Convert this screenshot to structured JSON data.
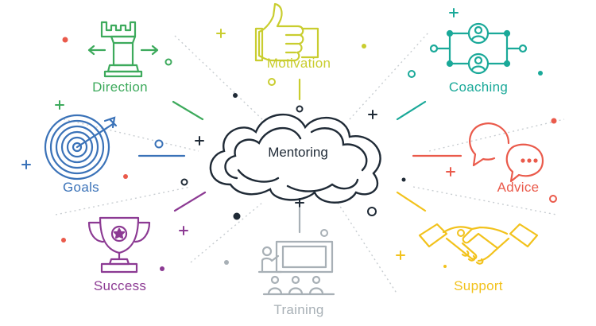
{
  "center": {
    "label": "Mentoring",
    "color": "#1f2a36"
  },
  "nodes": {
    "direction": {
      "label": "Direction",
      "color": "#3daa5c",
      "icon": "chess-rook-icon"
    },
    "motivation": {
      "label": "Motivation",
      "color": "#c9cd2f",
      "icon": "thumbs-up-icon"
    },
    "coaching": {
      "label": "Coaching",
      "color": "#1aa999",
      "icon": "people-network-icon"
    },
    "goals": {
      "label": "Goals",
      "color": "#3a72b8",
      "icon": "target-arrow-icon"
    },
    "advice": {
      "label": "Advice",
      "color": "#ea5a4b",
      "icon": "speech-bubbles-icon"
    },
    "success": {
      "label": "Success",
      "color": "#8c3a93",
      "icon": "trophy-icon"
    },
    "training": {
      "label": "Training",
      "color": "#a8b0b6",
      "icon": "presentation-icon"
    },
    "support": {
      "label": "Support",
      "color": "#f2c21c",
      "icon": "handshake-icon"
    }
  }
}
